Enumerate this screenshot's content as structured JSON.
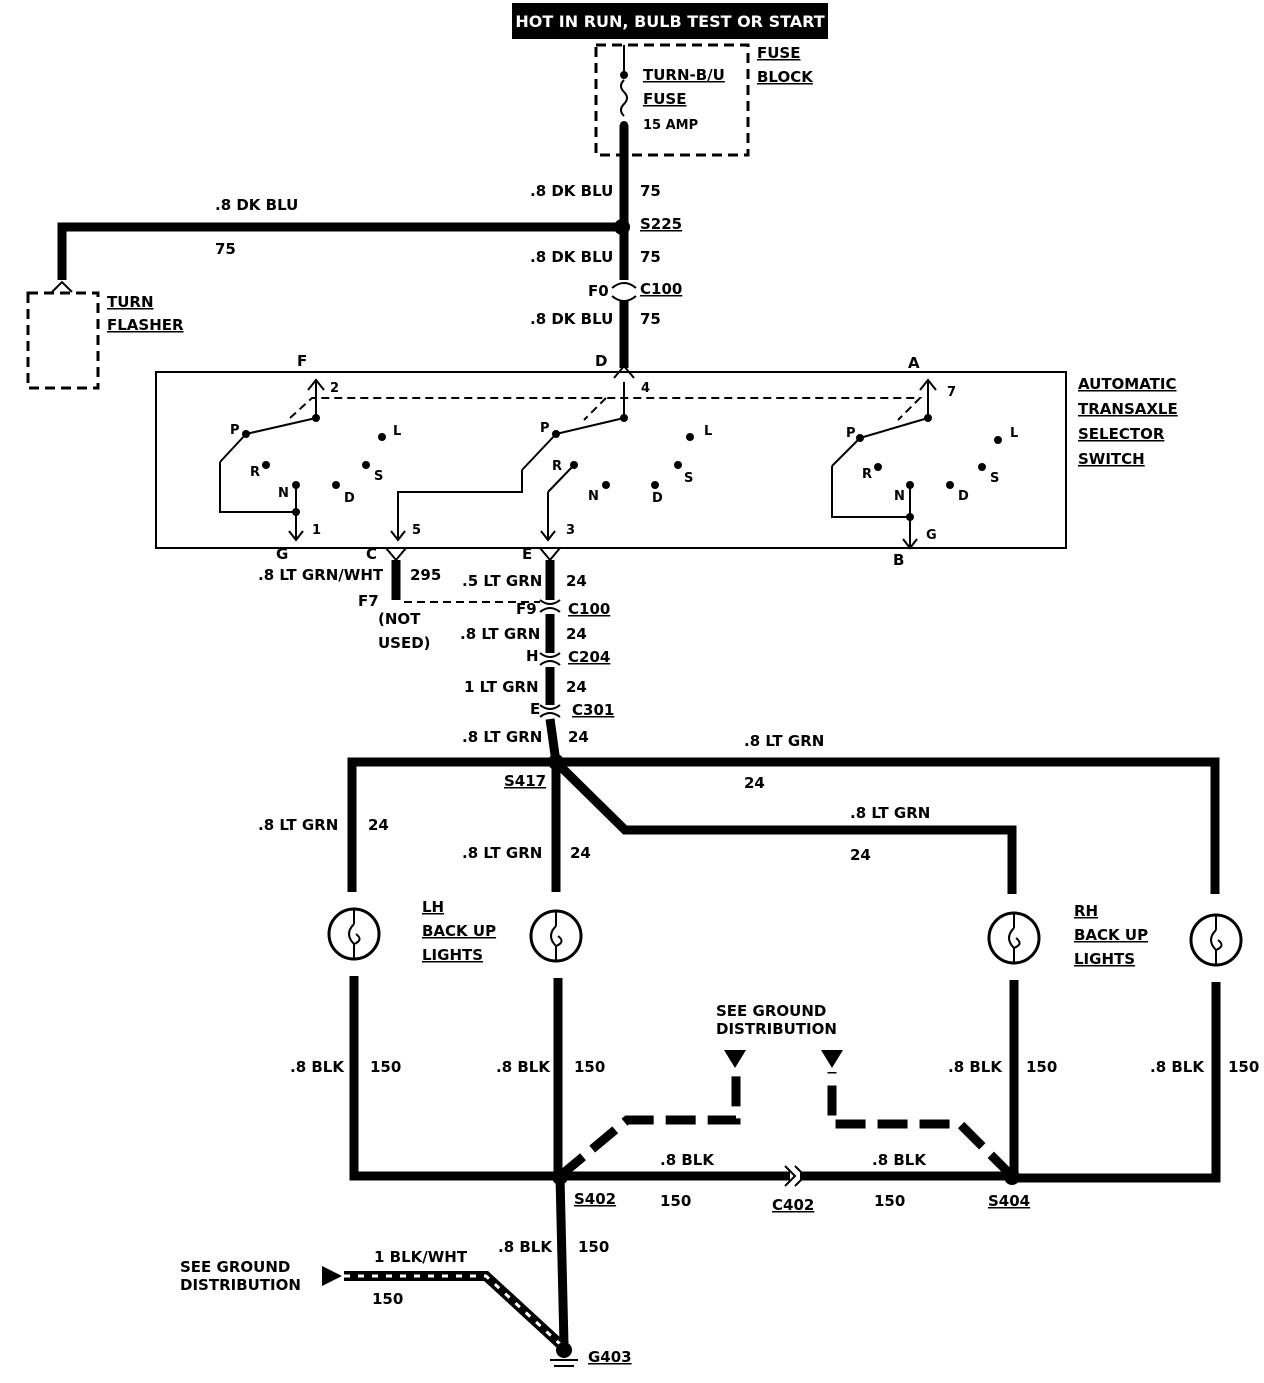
{
  "header": {
    "power_label": "HOT IN RUN, BULB TEST OR START"
  },
  "fuse_block": {
    "label_line1": "FUSE",
    "label_line2": "BLOCK",
    "fuse_line1": "TURN-B/U",
    "fuse_line2": "FUSE",
    "fuse_rating": "15 AMP"
  },
  "turn_flasher": {
    "line1": "TURN",
    "line2": "FLASHER"
  },
  "switch": {
    "line1": "AUTOMATIC",
    "line2": "TRANSAXLE",
    "line3": "SELECTOR",
    "line4": "SWITCH",
    "terminals": {
      "F": "F",
      "D": "D",
      "A": "A",
      "G": "G",
      "C": "C",
      "E": "E",
      "B": "B"
    },
    "pins": {
      "p1": "1",
      "p2": "2",
      "p3": "3",
      "p4": "4",
      "p5": "5",
      "p7": "7"
    },
    "g_inner": "G",
    "positions": {
      "P": "P",
      "R": "R",
      "N": "N",
      "D": "D",
      "S": "S",
      "L": "L"
    }
  },
  "splices": {
    "s225": "S225",
    "s417": "S417",
    "s402": "S402",
    "s404": "S404"
  },
  "connectors": {
    "c100": "C100",
    "c204": "C204",
    "c301": "C301",
    "c402": "C402",
    "pin_f0": "F0",
    "pin_f9": "F9",
    "pin_h": "H",
    "pin_e": "E",
    "pin_f7": "F7"
  },
  "ground": {
    "g403": "G403"
  },
  "wires": {
    "dk_blu": ".8 DK BLU",
    "lt_grn_08": ".8 LT GRN",
    "lt_grn_05": ".5 LT GRN",
    "lt_grn_1": "1 LT GRN",
    "lt_grn_wht": ".8 LT GRN/WHT",
    "blk": ".8 BLK",
    "blk_wht": "1 BLK/WHT",
    "c75": "75",
    "c24": "24",
    "c150": "150",
    "c295": "295"
  },
  "not_used": {
    "line1": "(NOT",
    "line2": "USED)"
  },
  "lh_lights": {
    "line1": "LH",
    "line2": "BACK UP",
    "line3": "LIGHTS"
  },
  "rh_lights": {
    "line1": "RH",
    "line2": "BACK UP",
    "line3": "LIGHTS"
  },
  "see_ground": {
    "line1": "SEE GROUND",
    "line2": "DISTRIBUTION"
  }
}
